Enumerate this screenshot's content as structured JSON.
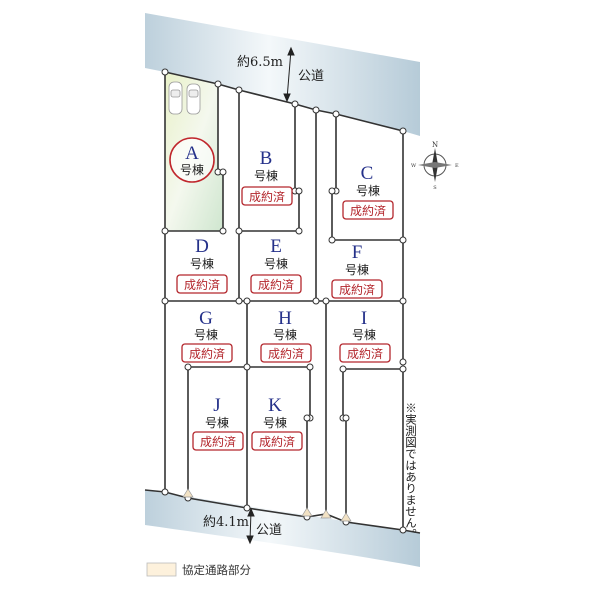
{
  "top_road": {
    "width": "約6.5m",
    "label": "公道"
  },
  "bottom_road": {
    "width": "約4.1m",
    "label": "公道"
  },
  "unit_suffix": "号棟",
  "sold_label": "成約済",
  "lots": [
    {
      "id": "A",
      "status": "available"
    },
    {
      "id": "B",
      "status": "sold"
    },
    {
      "id": "C",
      "status": "sold"
    },
    {
      "id": "D",
      "status": "sold"
    },
    {
      "id": "E",
      "status": "sold"
    },
    {
      "id": "F",
      "status": "sold"
    },
    {
      "id": "G",
      "status": "sold"
    },
    {
      "id": "H",
      "status": "sold"
    },
    {
      "id": "I",
      "status": "sold"
    },
    {
      "id": "J",
      "status": "sold"
    },
    {
      "id": "K",
      "status": "sold"
    }
  ],
  "compass": {
    "n": "N",
    "s": "S",
    "e": "E",
    "w": "W"
  },
  "note": "※実測図ではありません。",
  "legend": {
    "label": "協定通路部分",
    "color": "#fdf1dc"
  },
  "colors": {
    "road": "#c9d9e3",
    "lot_a": "#dcebc4",
    "letter": "#25318a",
    "sold": "#b3262c"
  }
}
